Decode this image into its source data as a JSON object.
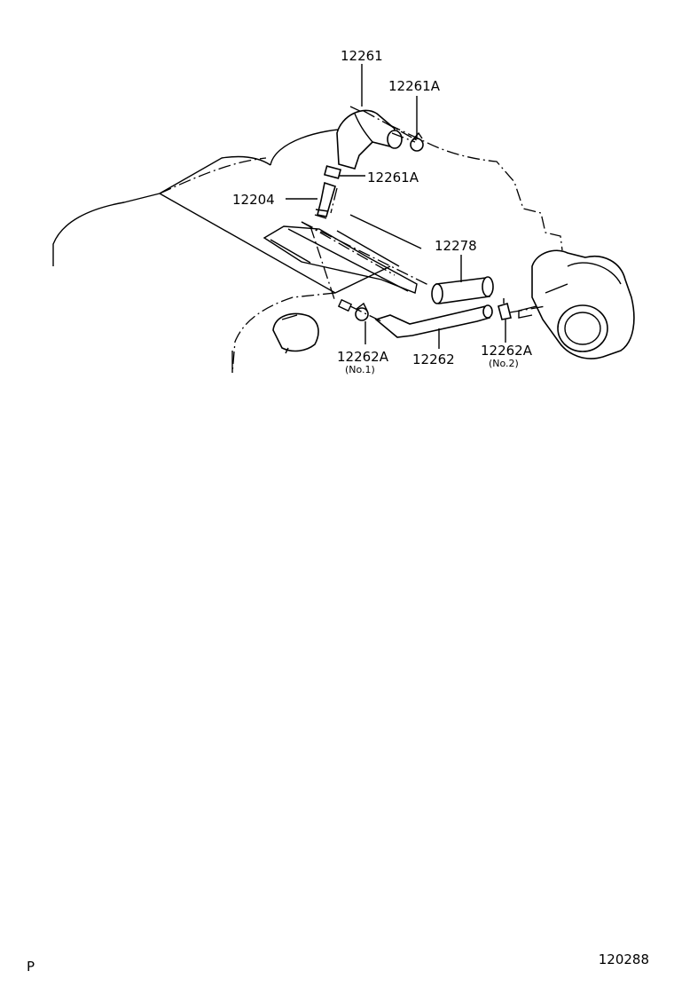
{
  "diagram": {
    "callouts": [
      {
        "id": "pcv-hose",
        "text": "12261"
      },
      {
        "id": "clip-upper",
        "text": "12261A"
      },
      {
        "id": "clip-mid",
        "text": "12261A"
      },
      {
        "id": "pcv-valve",
        "text": "12204"
      },
      {
        "id": "hose-straight",
        "text": "12278"
      },
      {
        "id": "clip-no1",
        "text": "12262A",
        "sub": "(No.1)"
      },
      {
        "id": "hose-bent",
        "text": "12262"
      },
      {
        "id": "clip-no2",
        "text": "12262A",
        "sub": "(No.2)"
      }
    ],
    "page_letter": "P",
    "figure_number": "120288"
  }
}
